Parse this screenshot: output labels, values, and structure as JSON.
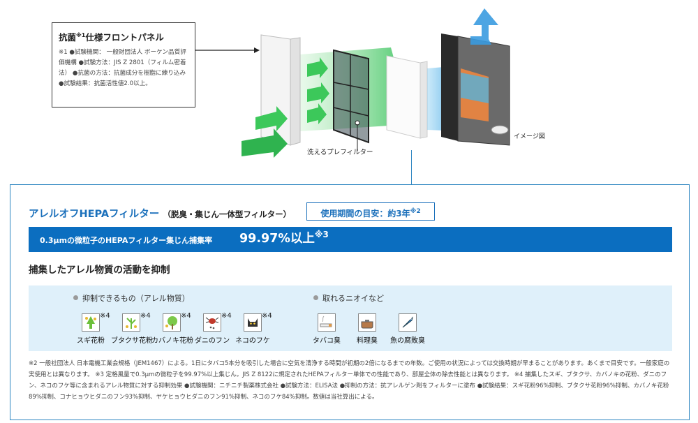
{
  "callout": {
    "title_main": "抗菌",
    "title_sup": "※1",
    "title_rest": "仕様フロントパネル",
    "body": "※1 ●試験機関： 一般財団法人 ボーケン品質評価機構 ●試験方法：JIS Z 2801（フィルム密着法） ●抗菌の方法：抗菌成分を樹脂に練り込み ●試験結果：抗菌活性値2.0以上。"
  },
  "illustration": {
    "prefilter_caption": "洗えるプレフィルター",
    "image_caption": "イメージ図"
  },
  "panel": {
    "product_title": "アレルオフHEPAフィルター",
    "product_sub": "（脱臭・集じん一体型フィルター）",
    "period_label": "使用期間の目安：約3年",
    "period_sup": "※2",
    "bar_label": "0.3μmの微粒子のHEPAフィルター集じん捕集率",
    "bar_value": "99.97%以上",
    "bar_sup": "※3",
    "heading": "捕集したアレル物質の活動を抑制",
    "allergens_label": "抑制できるもの（アレル物質）",
    "odors_label": "取れるニオイなど",
    "note_mark": "※4",
    "allergens": [
      {
        "name": "スギ花粉",
        "icon": "cedar-pollen-icon"
      },
      {
        "name": "ブタクサ花粉",
        "icon": "ragweed-pollen-icon"
      },
      {
        "name": "カバノキ花粉",
        "icon": "birch-pollen-icon"
      },
      {
        "name": "ダニのフン",
        "icon": "mite-droppings-icon"
      },
      {
        "name": "ネコのフケ",
        "icon": "cat-dander-icon"
      }
    ],
    "odors": [
      {
        "name": "タバコ臭",
        "icon": "cigarette-icon"
      },
      {
        "name": "料理臭",
        "icon": "cooking-pot-icon"
      },
      {
        "name": "魚の腐敗臭",
        "icon": "fish-icon"
      }
    ],
    "notes": "※2 一般社団法人 日本電機工業会規格（JEM1467）による。1日にタバコ5本分を吸引した場合に空気を清浄する時間が初期の2倍になるまでの年数。ご使用の状況によっては交換時期が早まることがあります。あくまで目安です。一般家庭の実使用とは異なります。 ※3 定格風量で0.3μmの微粒子を99.97%以上集じん。JIS Z 8122に規定されたHEPAフィルター単体での性能であり、部屋全体の除去性能とは異なります。 ※4 捕集したスギ、ブタクサ、カバノキの花粉、ダニのフン、ネコのフケ等に含まれるアレル物質に対する抑制効果 ●試験機関：ニチニチ製薬株式会社 ●試験方法：ELISA法 ●抑制の方法：抗アレルゲン剤をフィルターに塗布 ●試験結果：スギ花粉96%抑制、ブタクサ花粉96%抑制、カバノキ花粉89%抑制、コナヒョウヒダニのフン93%抑制、ヤケヒョウヒダニのフン91%抑制、ネコのフケ84%抑制。数値は当社算出による。"
  },
  "colors": {
    "accent": "#0b6ec0",
    "panel_border": "#2e86c1",
    "box_bg": "#dff0fa",
    "arrow_green": "#3cc85a",
    "arrow_blue": "#3a9be0"
  }
}
